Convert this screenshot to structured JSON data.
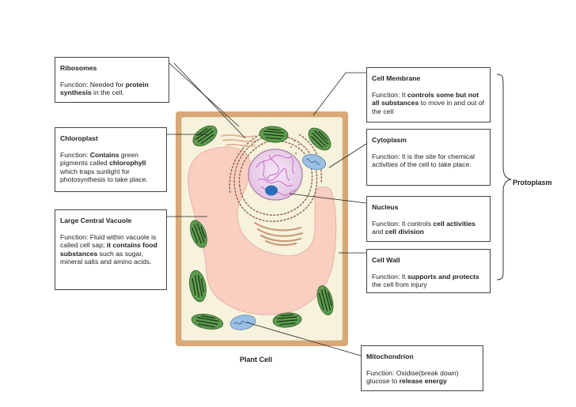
{
  "caption": "Plant Cell",
  "protoplasm_label": "Protoplasm",
  "labels": {
    "ribosomes": {
      "title": "Ribosomes",
      "parts": [
        "Function: Needed for ",
        "protein synthesis",
        " in the cell."
      ]
    },
    "chloroplast": {
      "title": "Chloroplast",
      "parts": [
        "Function: ",
        "Contains",
        " green pigments called ",
        "chlorophyll",
        " which traps sunlight for photosynthesis to take place."
      ]
    },
    "vacuole": {
      "title": "Large Central Vacuole",
      "parts": [
        "Function: Fluid within vacuole is called cell sap; ",
        "it contains food substances",
        " such as sugar, mineral salts and amino acids."
      ]
    },
    "cell_membrane": {
      "title": "Cell Membrane",
      "parts": [
        "Function: It ",
        "controls some but not all substances",
        " to move in and out of the cell"
      ]
    },
    "cytoplasm": {
      "title": "Cytoplasm",
      "parts": [
        "Function: It is the site for chemical activities of the cell to take place."
      ]
    },
    "nucleus": {
      "title": "Nucleus",
      "parts": [
        "Function: It controls ",
        "cell activities",
        " and ",
        "cell division"
      ]
    },
    "cell_wall": {
      "title": "Cell Wall",
      "parts": [
        "Function: It ",
        "supports and protects",
        " the cell from injury"
      ]
    },
    "mitochondrion": {
      "title": "Mitochondrion",
      "parts": [
        "Function: Oxidise(break down) glucose to ",
        "release energy"
      ]
    }
  },
  "colors": {
    "cell_wall": "#d9a877",
    "cytoplasm": "#f6f2dc",
    "vacuole": "#f8cfc0",
    "chloroplast": "#5e9c4e",
    "mitochondrion": "#9cc0e4",
    "nucleus": "#eed6ee",
    "nucleolus": "#2d6fb6"
  }
}
